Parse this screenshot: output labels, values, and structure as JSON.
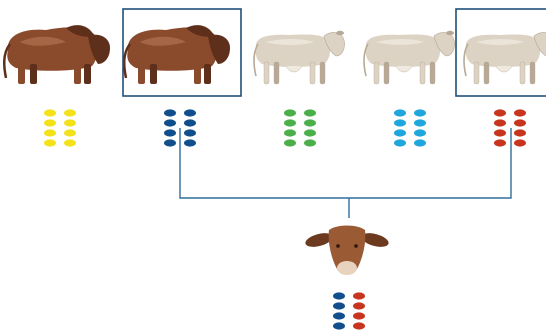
{
  "parents": [
    {
      "id": "bull-left",
      "kind": "bull",
      "coat": "#8a4a2c",
      "dark": "#5e2f1b",
      "light": "#b77a57",
      "chromosome_color": "#f3e21a",
      "chromosome_color_2": "#f3e21a",
      "highlighted": false
    },
    {
      "id": "bull-framed",
      "kind": "bull",
      "coat": "#8a4a2c",
      "dark": "#5e2f1b",
      "light": "#b77a57",
      "chromosome_color": "#114e8c",
      "chromosome_color_2": "#114e8c",
      "highlighted": true
    },
    {
      "id": "cow-green",
      "kind": "cow",
      "coat": "#ddd3c4",
      "dark": "#b7a996",
      "light": "#efe9df",
      "chromosome_color": "#4bb04a",
      "chromosome_color_2": "#4bb04a",
      "highlighted": false
    },
    {
      "id": "cow-blue",
      "kind": "cow",
      "coat": "#ddd3c4",
      "dark": "#b7a996",
      "light": "#efe9df",
      "chromosome_color": "#1fa6dc",
      "chromosome_color_2": "#1fa6dc",
      "highlighted": false
    },
    {
      "id": "cow-framed",
      "kind": "cow",
      "coat": "#ddd3c4",
      "dark": "#b7a996",
      "light": "#efe9df",
      "chromosome_color": "#c8351f",
      "chromosome_color_2": "#c8351f",
      "highlighted": true
    }
  ],
  "offspring": {
    "kind": "calf-head",
    "coat": "#9a5a34",
    "dark": "#6b3a1f",
    "muzzle": "#e8d3bf",
    "chromosome_color": "#114e8c",
    "chromosome_color_2": "#c8351f"
  },
  "chromosome_pairs_per_animal": 4,
  "colors": {
    "frame": "#1f4f7a",
    "connector": "#2f6f9c"
  }
}
